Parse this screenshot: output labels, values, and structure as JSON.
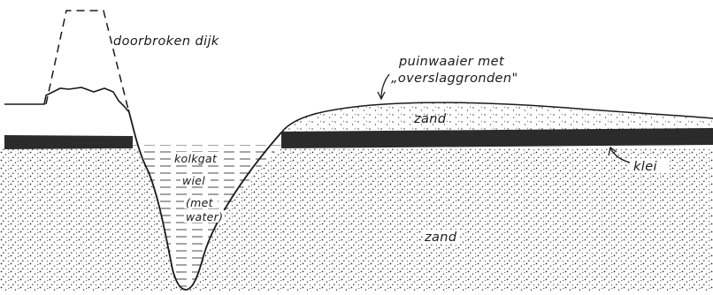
{
  "labels": {
    "dike": "doorbroken dijk",
    "fan_line1": "puinwaaier met",
    "fan_line2": "„overslaggronden\"",
    "fan_sand": "zand",
    "scour_line1": "kolkgat",
    "scour_line2": "wiel",
    "scour_line3": "(met",
    "scour_line4": "water)",
    "clay": "klei",
    "sand": "zand"
  },
  "colors": {
    "ink": "#1a1a1a",
    "clay": "#2b2b2b",
    "paper": "#ffffff"
  }
}
